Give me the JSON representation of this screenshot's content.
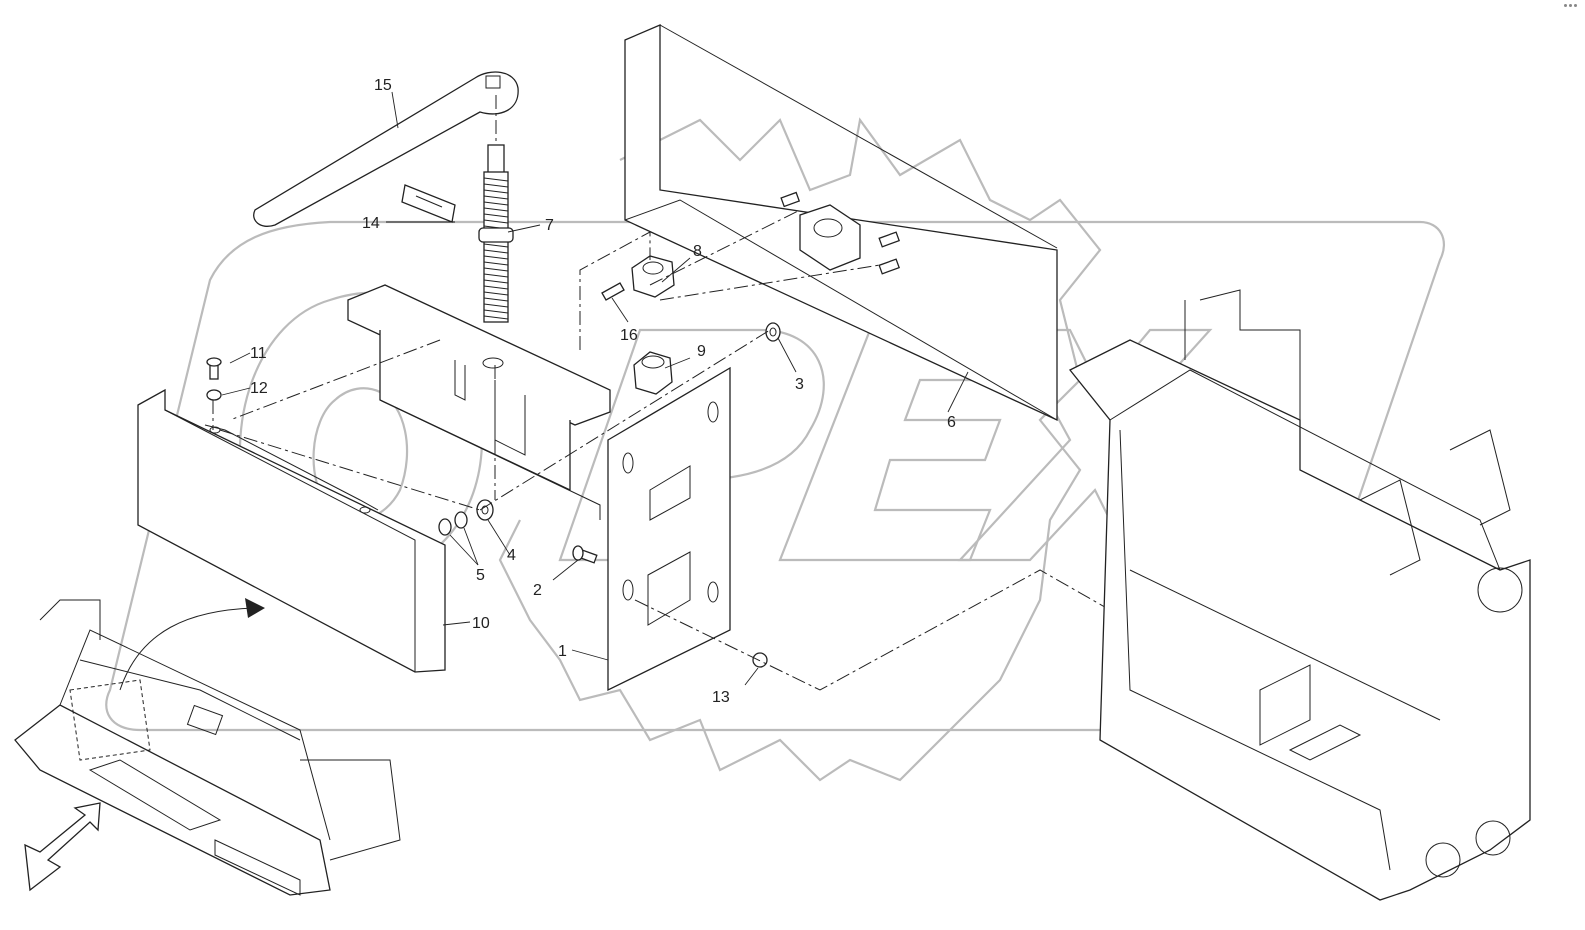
{
  "diagram": {
    "callouts": {
      "c1": "1",
      "c2": "2",
      "c3": "3",
      "c4": "4",
      "c5": "5",
      "c6": "6",
      "c7": "7",
      "c8": "8",
      "c9": "9",
      "c10": "10",
      "c11": "11",
      "c12": "12",
      "c13": "13",
      "c14": "14",
      "c15": "15",
      "c16": "16"
    },
    "watermark": "OPEX"
  }
}
